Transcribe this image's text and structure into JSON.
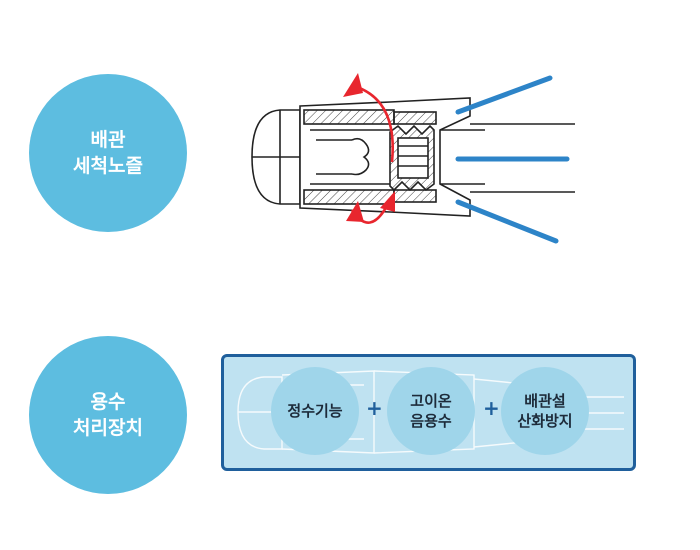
{
  "colors": {
    "circle": "#5dbde0",
    "panel_border": "#1f5f9c",
    "panel_fill": "#bfe2f1",
    "bubble": "#9fd5ea",
    "plus": "#1f5f9c",
    "arrow": "#e8262e",
    "spray": "#2d84c8"
  },
  "nozzle_section": {
    "label_line1": "배관",
    "label_line2": "세척노즐",
    "icons": [
      "nozzle-cross-section-icon",
      "rotation-arrow-icon",
      "water-spray-icon"
    ]
  },
  "treatment_section": {
    "label_line1": "용수",
    "label_line2": "처리장치",
    "features": [
      {
        "line1": "정수기능",
        "line2": ""
      },
      {
        "line1": "고이온",
        "line2": "음용수"
      },
      {
        "line1": "배관설",
        "line2": "산화방지"
      }
    ],
    "plus_symbol": "+"
  }
}
